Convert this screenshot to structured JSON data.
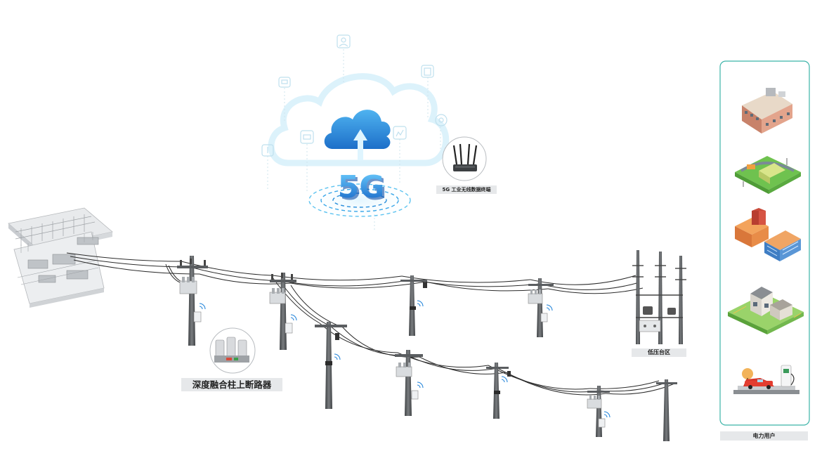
{
  "labels": {
    "breaker": "深度融合柱上断路器",
    "terminal": "5G 工业无线数据终端",
    "low_voltage_area": "低压台区",
    "power_users": "电力用户"
  },
  "cloud": {
    "badge_text": "5G"
  },
  "icons": [
    "cloud-icon",
    "upload-arrow-icon",
    "user-icon",
    "document-icon",
    "chat-icon",
    "gear-icon",
    "thermometer-icon",
    "chart-icon",
    "router-icon",
    "wifi-icon",
    "substation-icon",
    "breaker-icon",
    "factory-icon",
    "industrial-park-icon",
    "office-building-icon",
    "house-icon",
    "ev-charging-icon"
  ],
  "colors": {
    "cloud_blue": "#2e8ee0",
    "cloud_light": "#cfeefb",
    "pole_gray": "#5a5d60",
    "wire_dark": "#2a2a2a",
    "panel_border": "#3bb3a8",
    "label_bg": "#e6e8ea"
  }
}
